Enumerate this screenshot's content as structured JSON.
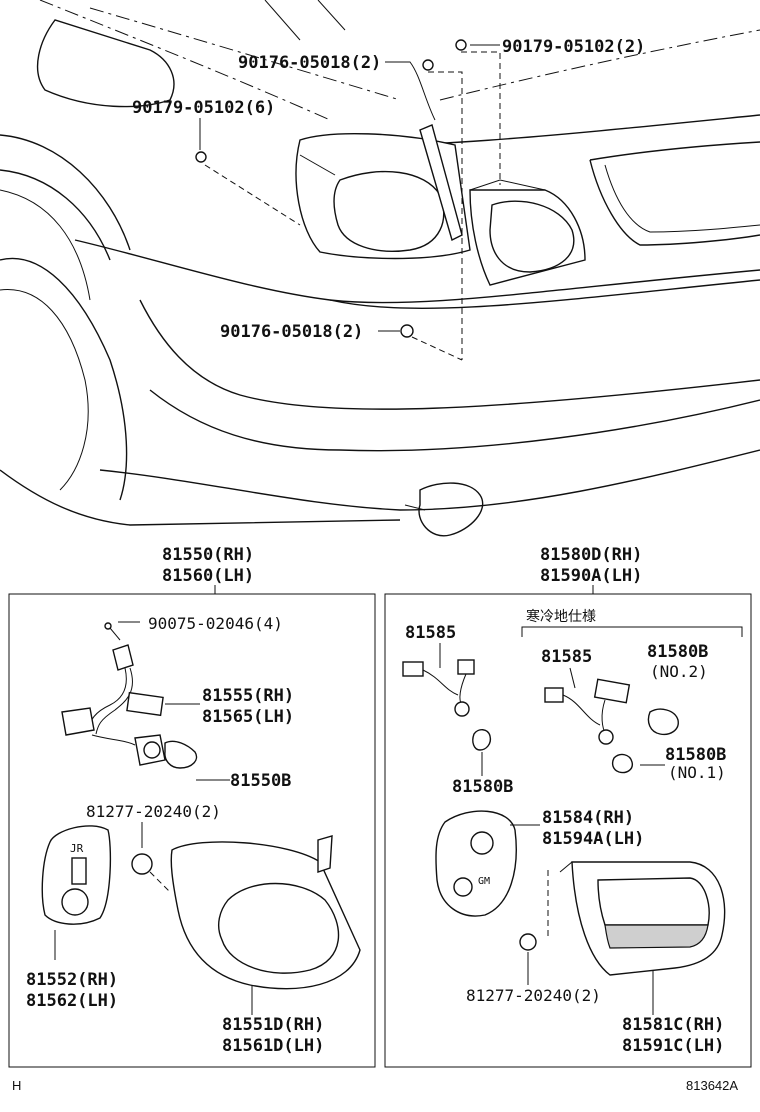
{
  "top_labels": {
    "nut_center_top": "90176-05018(2)",
    "nut_right_top": "90179-05102(2)",
    "nut_left": "90179-05102(6)",
    "nut_center_bottom": "90176-05018(2)"
  },
  "left_group": {
    "header_rh": "81550(RH)",
    "header_lh": "81560(LH)",
    "screw": "90075-02046(4)",
    "socket_rh": "81555(RH)",
    "socket_lh": "81565(LH)",
    "bulb": "81550B",
    "clip": "81277-20240(2)",
    "cover_rh": "81552(RH)",
    "cover_lh": "81562(LH)",
    "lens_rh": "81551D(RH)",
    "lens_lh": "81561D(LH)"
  },
  "right_group": {
    "header_rh": "81580D(RH)",
    "header_lh": "81590A(LH)",
    "cold_spec": "寒冷地仕様",
    "socket_a": "81585",
    "socket_b": "81585",
    "bulb_a": "81580B",
    "bulb_no2": "81580B",
    "bulb_no2_note": "(NO.2)",
    "bulb_no1": "81580B",
    "bulb_no1_note": "(NO.1)",
    "cover_rh": "81584(RH)",
    "cover_lh": "81594A(LH)",
    "clip": "81277-20240(2)",
    "lens_rh": "81581C(RH)",
    "lens_lh": "81591C(LH)"
  },
  "footer": {
    "left_mark": "H",
    "drawing_no": "813642A"
  }
}
